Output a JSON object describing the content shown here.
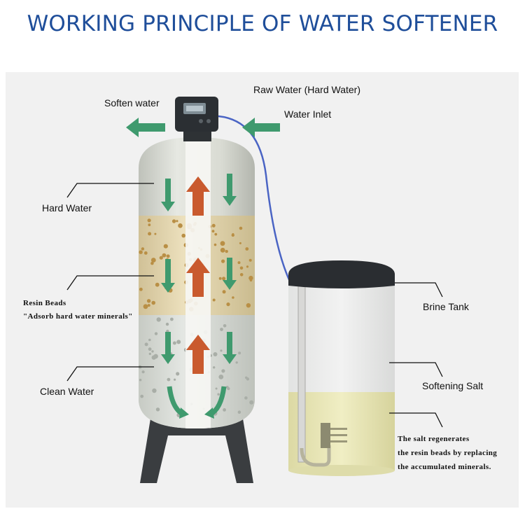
{
  "title": "WORKING PRINCIPLE OF WATER SOFTENER",
  "labels": {
    "raw_water": "Raw Water (Hard Water)",
    "soften_water": "Soften water",
    "water_inlet": "Water Inlet",
    "hard_water": "Hard Water",
    "resin_beads": "Resin Beads",
    "resin_beads_note": "\"Adsorb hard water minerals\"",
    "clean_water": "Clean Water",
    "brine_tank": "Brine Tank",
    "softening_salt": "Softening Salt",
    "salt_note_1": "The salt regenerates",
    "salt_note_2": "the resin beads by replacing",
    "salt_note_3": "the accumulated minerals."
  },
  "colors": {
    "title": "#1f4e9a",
    "flow_arrow": "#3f9a6e",
    "up_arrow": "#c95a2e",
    "inlet_tube": "#4a64c4",
    "resin": "#e2d2a6",
    "brine_salt": "#e8e6b6"
  }
}
